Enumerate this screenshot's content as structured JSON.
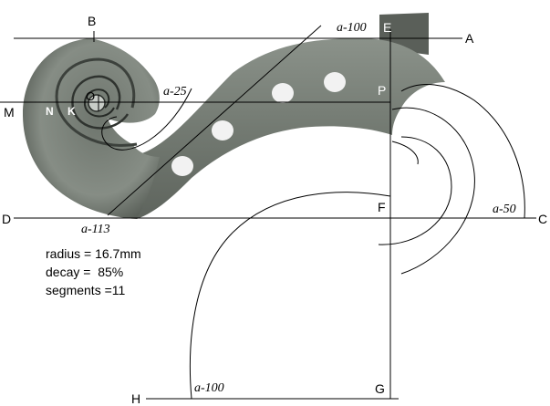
{
  "points": {
    "A": "A",
    "B": "B",
    "C": "C",
    "D": "D",
    "E": "E",
    "F": "F",
    "G": "G",
    "H": "H",
    "K": "K",
    "M": "M",
    "N": "N",
    "O": "O",
    "P": "P"
  },
  "angle_labels": {
    "a100_top": "a-100",
    "a25": "a-25",
    "a113": "a-113",
    "a50": "a-50",
    "a100_bottom": "a-100"
  },
  "params": {
    "radius": "radius = 16.7mm",
    "decay": "decay =  85%",
    "segments": "segments =11"
  },
  "colors": {
    "wood": "#7d847c",
    "wood_dark": "#4a504a",
    "hole": "#f2f2f2",
    "line": "#000000"
  }
}
